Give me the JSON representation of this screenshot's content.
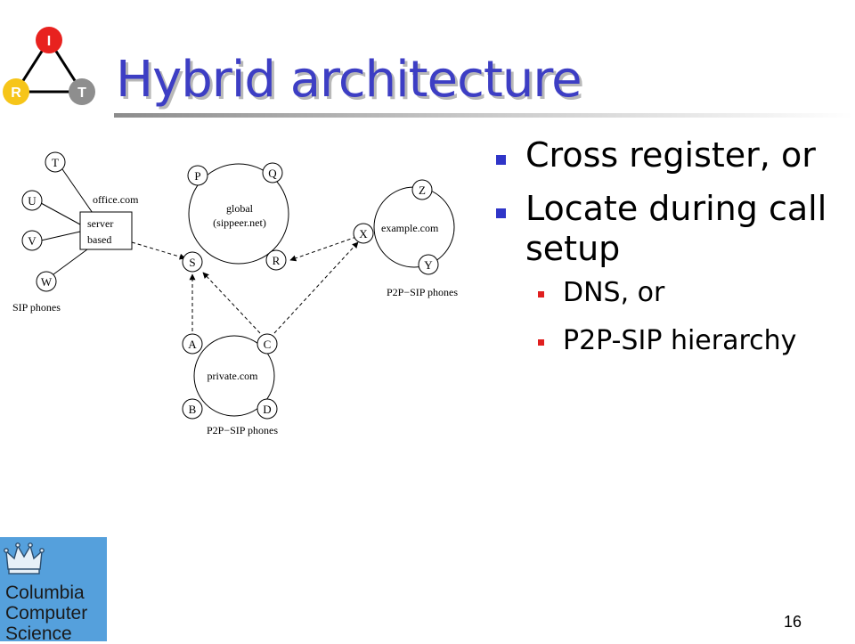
{
  "slide": {
    "title": "Hybrid architecture",
    "page_number": "16"
  },
  "irt_logo": {
    "letters": [
      "I",
      "R",
      "T"
    ],
    "colors": {
      "I": "#e8221f",
      "R": "#f6c519",
      "T": "#8e8e8e"
    }
  },
  "columbia_logo": {
    "lines": [
      "Columbia",
      "Computer",
      "Science"
    ],
    "background": "#55a0dc"
  },
  "bullets": [
    {
      "text": "Cross register, or",
      "children": []
    },
    {
      "text": "Locate during call setup",
      "children": [
        "DNS, or",
        "P2P-SIP hierarchy"
      ]
    }
  ],
  "diagram": {
    "domains": {
      "global": [
        "global",
        "(sippeer.net)"
      ],
      "example": "example.com",
      "private": "private.com",
      "office": "office.com"
    },
    "server_label": [
      "server",
      "based"
    ],
    "nodes": {
      "T": "T",
      "U": "U",
      "V": "V",
      "W": "W",
      "P": "P",
      "Q": "Q",
      "S": "S",
      "R": "R",
      "X": "X",
      "Z": "Z",
      "Y": "Y",
      "A": "A",
      "C": "C",
      "B": "B",
      "D": "D"
    },
    "captions": {
      "sip_phones": "SIP phones",
      "p2p_right": "P2P−SIP phones",
      "p2p_bottom": "P2P−SIP phones"
    }
  },
  "colors": {
    "title": "#3d3ec4",
    "bullet_level1": "#2f35c8",
    "bullet_level2": "#e01f1f"
  }
}
